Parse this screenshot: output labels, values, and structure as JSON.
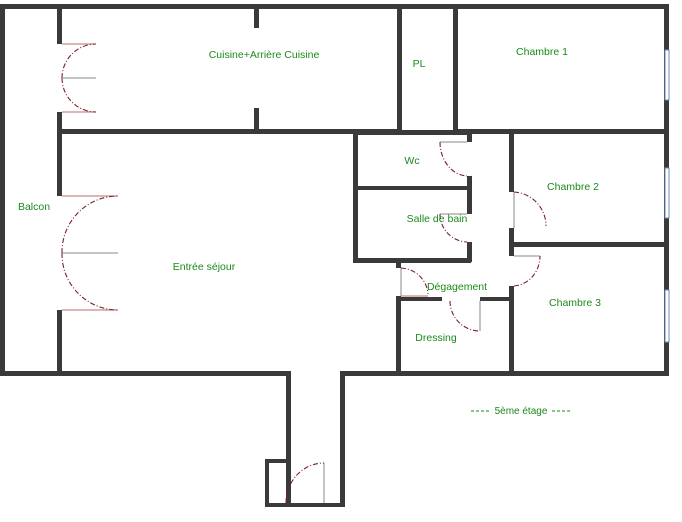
{
  "rooms": {
    "kitchen": "Cuisine+Arrière Cuisine",
    "pantry": "PL",
    "bedroom1": "Chambre 1",
    "balcony": "Balcon",
    "wc": "Wc",
    "bathroom": "Salle de bain",
    "bedroom2": "Chambre 2",
    "living": "Entrée séjour",
    "hallway": "Dégagement",
    "bedroom3": "Chambre 3",
    "dressing": "Dressing"
  },
  "floor": {
    "label": "5ème étage"
  }
}
